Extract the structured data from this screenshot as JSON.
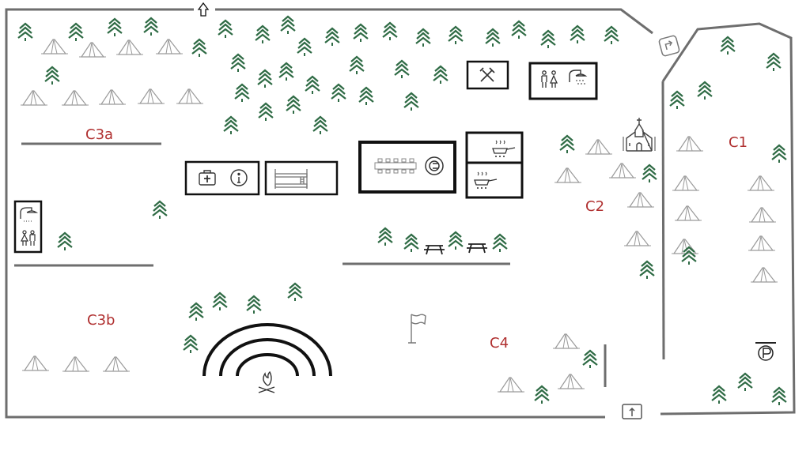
{
  "colors": {
    "boundary": "#6e6e6e",
    "zone_label": "#b03030",
    "tree": "#2f6b45",
    "tent": "#9a9a9a",
    "building": "#111111",
    "icon": "#555555",
    "fire_rings": "#111111"
  },
  "zones": [
    {
      "id": "c3a",
      "label": "C3a"
    },
    {
      "id": "c3b",
      "label": "C3b"
    },
    {
      "id": "c2",
      "label": "C2"
    },
    {
      "id": "c1",
      "label": "C1"
    },
    {
      "id": "c4",
      "label": "C4"
    }
  ],
  "facilities": [
    {
      "id": "first-aid-info",
      "icons": [
        "first-aid-icon",
        "info-icon"
      ]
    },
    {
      "id": "bunkhouse",
      "icons": [
        "bunk-bed-icon"
      ]
    },
    {
      "id": "dining-hall",
      "icons": [
        "long-table-icon",
        "dining-plate-icon"
      ]
    },
    {
      "id": "tools-shed",
      "icons": [
        "tools-icon"
      ]
    },
    {
      "id": "toilets-showers-north",
      "icons": [
        "toilets-icon",
        "shower-icon"
      ]
    },
    {
      "id": "kitchen-upper",
      "icons": [
        "cooking-pan-icon"
      ]
    },
    {
      "id": "kitchen-lower",
      "icons": [
        "cooking-pan-icon"
      ]
    },
    {
      "id": "toilets-showers-west",
      "icons": [
        "shower-icon",
        "toilets-icon"
      ]
    }
  ],
  "landmarks": [
    "chapel-icon",
    "flag-icon",
    "campfire-icon",
    "picnic-table-icon",
    "parking-icon"
  ],
  "entrances": [
    "north-entrance-icon",
    "east-entrance-icon",
    "south-entrance-icon"
  ]
}
